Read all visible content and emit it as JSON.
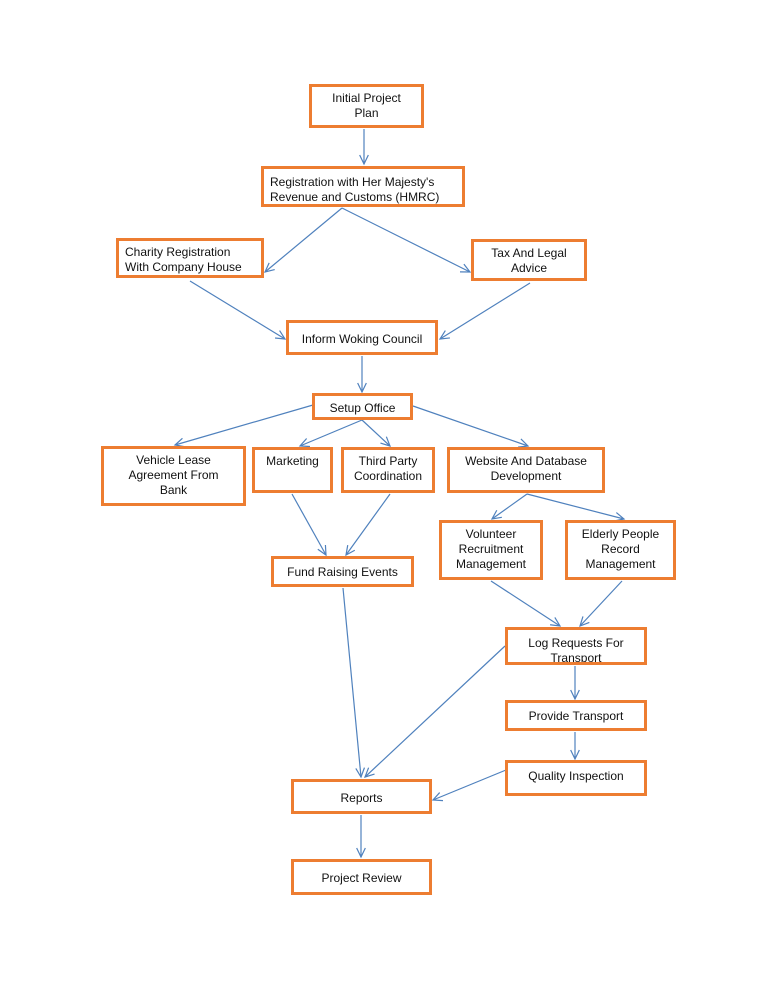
{
  "colors": {
    "box_border": "#ED7D31",
    "arrow": "#4F81BD"
  },
  "nodes": {
    "initial_plan": "Initial Project\nPlan",
    "registration_hmrc": "Registration with Her Majesty's\nRevenue and Customs (HMRC)",
    "charity_registration": "Charity Registration\nWith Company House",
    "tax_legal_advice": "Tax And Legal\nAdvice",
    "inform_council": "Inform Woking Council",
    "setup_office": "Setup Office",
    "vehicle_lease": "Vehicle Lease\nAgreement From\nBank",
    "marketing": "Marketing",
    "third_party": "Third Party\nCoordination",
    "website_db": "Website And Database\nDevelopment",
    "volunteer_mgmt": "Volunteer\nRecruitment\nManagement",
    "elderly_record": "Elderly People\nRecord\nManagement",
    "fund_raising": "Fund Raising Events",
    "log_requests": "Log Requests For\nTransport",
    "provide_transport": "Provide Transport",
    "quality_inspection": "Quality Inspection",
    "reports": "Reports",
    "project_review": "Project Review"
  }
}
